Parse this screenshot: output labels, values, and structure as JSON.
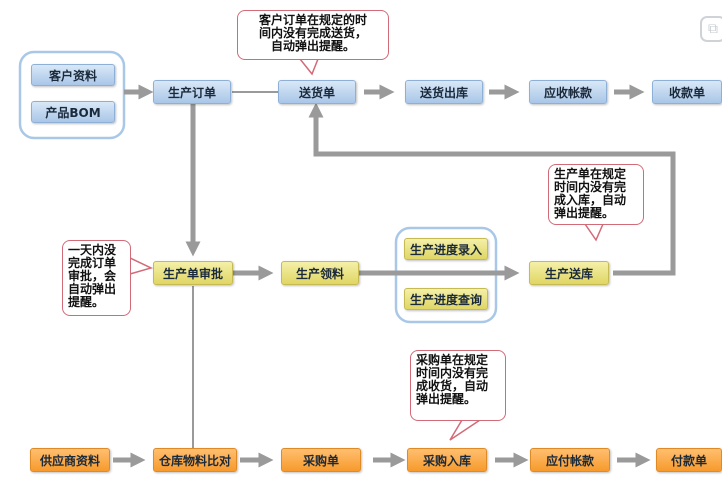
{
  "nodes": {
    "customer_data": "客户资料",
    "product_bom": "产品BOM",
    "production_order": "生产订单",
    "delivery_order": "送货单",
    "delivery_out": "送货出库",
    "receivable": "应收帐款",
    "receipt": "收款单",
    "production_approval": "生产单审批",
    "material_requisition": "生产领料",
    "progress_entry": "生产进度录入",
    "progress_query": "生产进度查询",
    "production_delivery": "生产送库",
    "supplier_data": "供应商资料",
    "warehouse_compare": "仓库物料比对",
    "purchase_order": "采购单",
    "purchase_in": "采购入库",
    "payable": "应付帐款",
    "payment": "付款单"
  },
  "callouts": {
    "delivery_reminder": "客户订单在规定的时\n间内没有完成送货，\n自动弹出提醒。",
    "production_reminder": "生产单在规定\n时间内没有完\n成入库，自动\n弹出提醒。",
    "approval_reminder": "一天内没\n完成订单\n审批，会\n自动弹出\n提醒。",
    "purchase_reminder": "采购单在规定\n时间内没有完\n成收货，自动\n弹出提醒。"
  },
  "colors": {
    "blue_node": "#a9c6e8",
    "yellow_node": "#e0d664",
    "orange_node": "#f79a2c",
    "arrow": "#9a9a9a",
    "group_border": "#a9c8e8",
    "callout_border": "#d26a78"
  },
  "icons": {
    "corner": "copy-icon"
  }
}
